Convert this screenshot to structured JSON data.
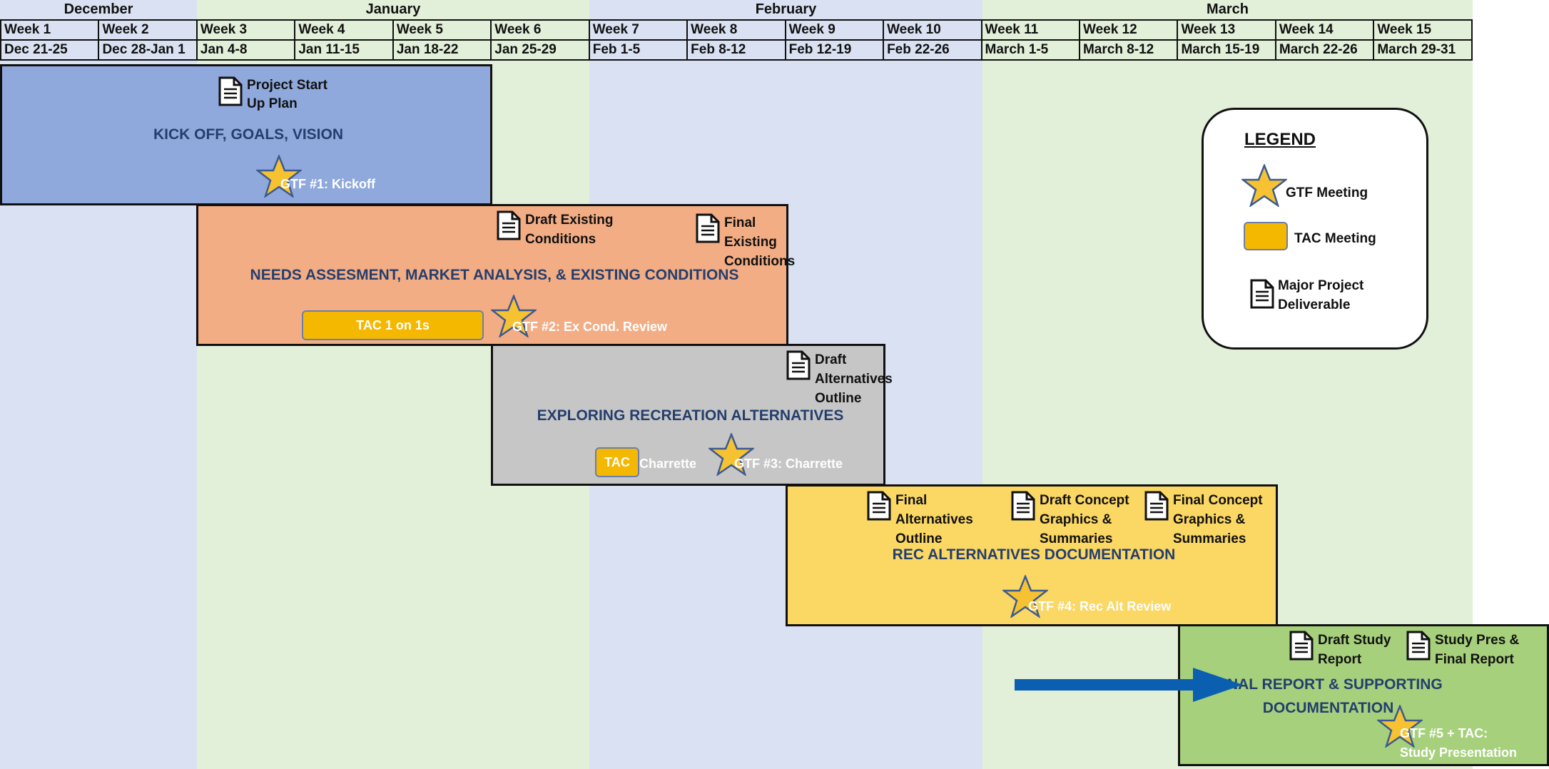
{
  "months": [
    {
      "label": "December"
    },
    {
      "label": "January"
    },
    {
      "label": "February"
    },
    {
      "label": "March"
    }
  ],
  "weeks": [
    {
      "label": "Week 1",
      "dates": "Dec 21-25"
    },
    {
      "label": "Week 2",
      "dates": "Dec 28-Jan 1"
    },
    {
      "label": "Week 3",
      "dates": "Jan 4-8"
    },
    {
      "label": "Week 4",
      "dates": "Jan 11-15"
    },
    {
      "label": "Week 5",
      "dates": "Jan 18-22"
    },
    {
      "label": "Week 6",
      "dates": "Jan 25-29"
    },
    {
      "label": "Week 7",
      "dates": "Feb 1-5"
    },
    {
      "label": "Week 8",
      "dates": "Feb 8-12"
    },
    {
      "label": "Week 9",
      "dates": "Feb 12-19"
    },
    {
      "label": "Week 10",
      "dates": "Feb 22-26"
    },
    {
      "label": "Week 11",
      "dates": "March 1-5"
    },
    {
      "label": "Week 12",
      "dates": "March 8-12"
    },
    {
      "label": "Week 13",
      "dates": "March 15-19"
    },
    {
      "label": "Week 14",
      "dates": "March 22-26"
    },
    {
      "label": "Week 15",
      "dates": "March 29-31"
    }
  ],
  "phases": {
    "kickoff": {
      "title": "KICK OFF, GOALS, VISION",
      "deliverable": "Project Start\nUp Plan",
      "gtf": "GTF #1: Kickoff",
      "color": "#8fa9dc"
    },
    "needs": {
      "title": "NEEDS ASSESMENT, MARKET ANALYSIS, & EXISTING CONDITIONS",
      "deliverable_1": "Draft Existing\nConditions",
      "deliverable_2": "Final Existing\nConditions",
      "tac": "TAC 1 on 1s",
      "gtf": "GTF #2: Ex Cond. Review",
      "color": "#f3ad84"
    },
    "exploring": {
      "title": "EXPLORING RECREATION ALTERNATIVES",
      "deliverable": "Draft\nAlternatives\nOutline",
      "tac": "TAC",
      "tac_suffix": "Charrette",
      "gtf": "GTF #3: Charrette",
      "color": "#c6c6c6"
    },
    "documentation": {
      "title": "REC ALTERNATIVES DOCUMENTATION",
      "deliverable_1": "Final\nAlternatives\nOutline",
      "deliverable_2": "Draft Concept\nGraphics &\nSummaries",
      "deliverable_3": "Final Concept\nGraphics &\nSummaries",
      "gtf": "GTF #4:  Rec Alt Review",
      "color": "#fbd764"
    },
    "final": {
      "title_1": "FINAL REPORT & SUPPORTING",
      "title_2": "DOCUMENTATION",
      "deliverable_1": "Draft Study\nReport",
      "deliverable_2": "Study Pres &\nFinal Report",
      "gtf_1": "GTF #5 + TAC:",
      "gtf_2": "Study Presentation",
      "color": "#a6d07c"
    }
  },
  "legend": {
    "title": "LEGEND",
    "gtf": "GTF Meeting",
    "tac": "TAC Meeting",
    "deliverable": "Major Project\nDeliverable"
  },
  "colors": {
    "blue_band": "#d9e1f2",
    "green_band": "#e2efd9",
    "star": "#f6c232",
    "star_outline": "#3d5a8f",
    "arrow": "#0b5fb0"
  }
}
